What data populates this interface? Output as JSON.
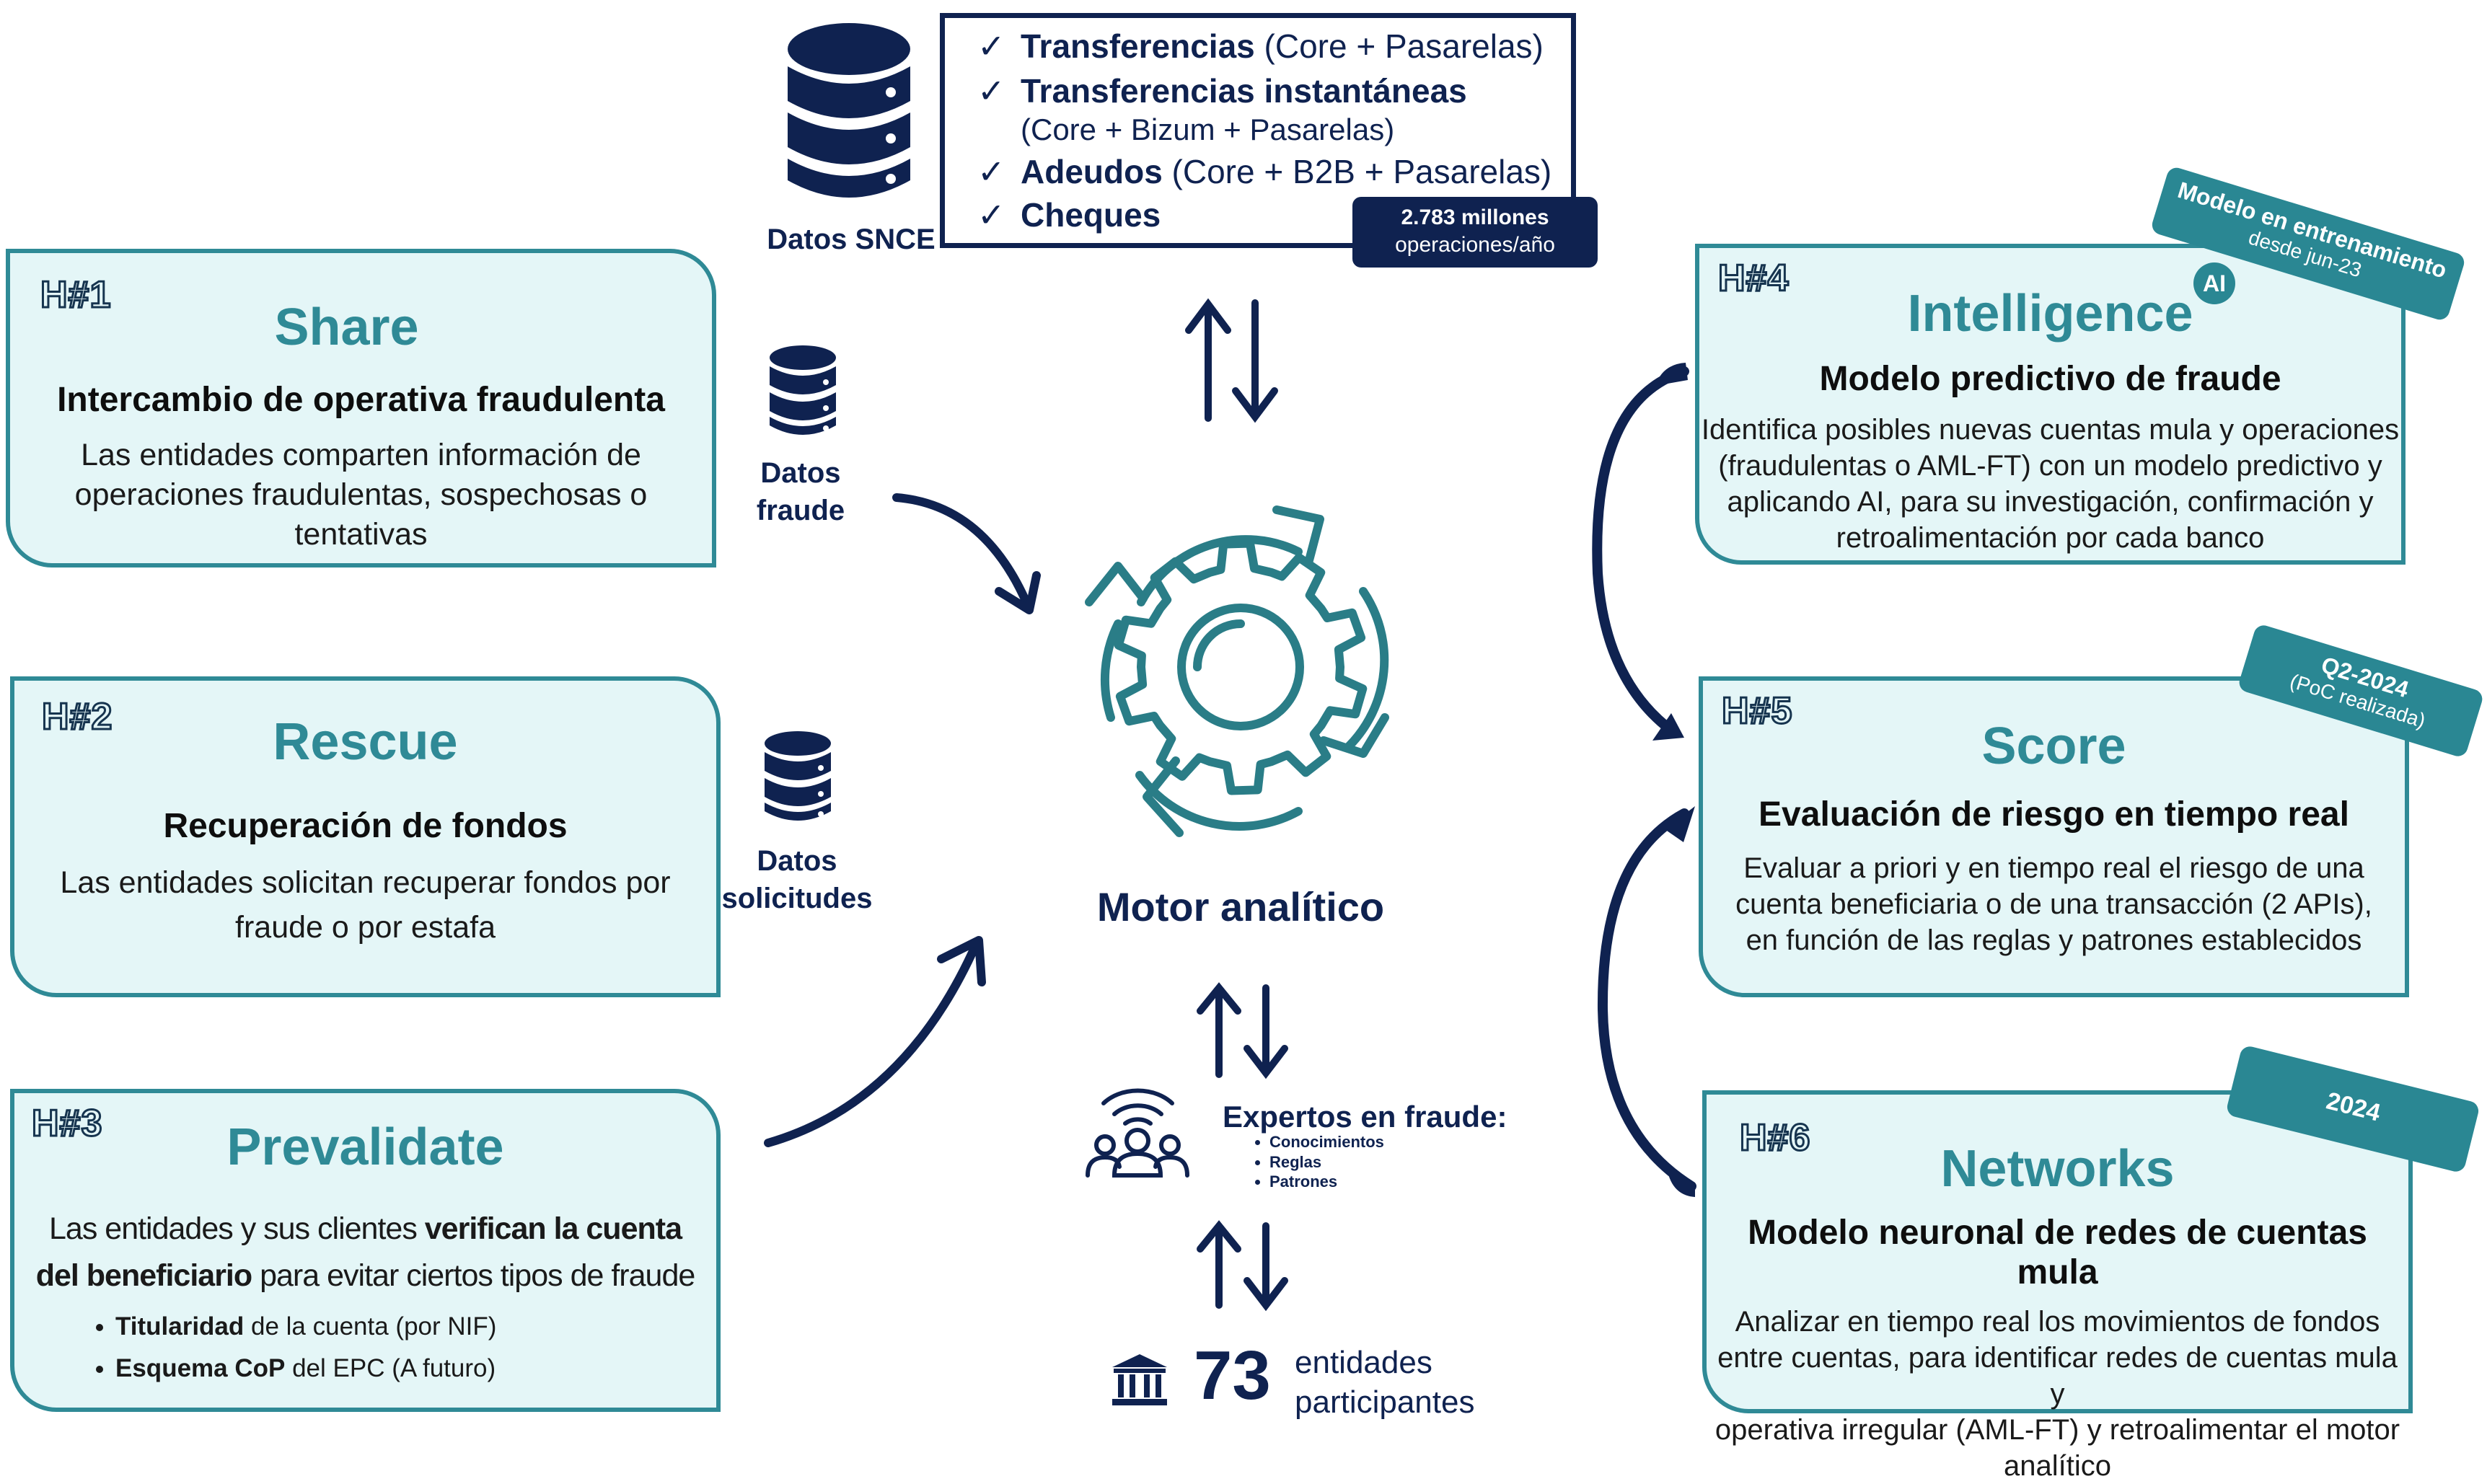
{
  "snce": {
    "db_label": "Datos SNCE",
    "items": [
      {
        "bold": "Transferencias",
        "rest": " (Core + Pasarelas)"
      },
      {
        "bold": "Transferencias instantáneas",
        "rest": ""
      },
      {
        "bold": "Adeudos",
        "rest": " (Core + B2B + Pasarelas)"
      },
      {
        "bold": "Cheques",
        "rest": ""
      }
    ],
    "instant_sub": "(Core + Bizum + Pasarelas)",
    "badge_line1": "2.783 millones",
    "badge_line2": "operaciones/año",
    "check": "✓"
  },
  "fraude_db": {
    "line1": "Datos",
    "line2": "fraude"
  },
  "solicitudes_db": {
    "line1": "Datos",
    "line2": "solicitudes"
  },
  "motor": {
    "label": "Motor analítico"
  },
  "expertos": {
    "title": "Expertos en fraude:",
    "items": [
      "Conocimientos",
      "Reglas",
      "Patrones"
    ]
  },
  "entidades": {
    "number": "73",
    "line1": "entidades",
    "line2": "participantes"
  },
  "cards": {
    "h1": {
      "id": "H#1",
      "title": "Share",
      "subtitle": "Intercambio de operativa fraudulenta",
      "body": [
        "Las entidades comparten información de",
        "operaciones fraudulentas, sospechosas o",
        "tentativas"
      ]
    },
    "h2": {
      "id": "H#2",
      "title": "Rescue",
      "subtitle": "Recuperación de fondos",
      "body": [
        "Las entidades solicitan recuperar fondos por",
        "fraude o por estafa"
      ]
    },
    "h3": {
      "id": "H#3",
      "title": "Prevalidate",
      "body1_pre": "Las entidades y sus clientes ",
      "body1_bold": "verifican la cuenta",
      "body2_bold": "del beneficiario",
      "body2_post": " para evitar ciertos tipos de fraude",
      "bullets": [
        {
          "bold": "Titularidad",
          "rest": " de la cuenta (por NIF)"
        },
        {
          "bold": "Esquema CoP",
          "rest": " del EPC (A futuro)"
        }
      ]
    },
    "h4": {
      "id": "H#4",
      "title": "Intelligence",
      "ai_badge": "AI",
      "subtitle": "Modelo predictivo de fraude",
      "body": [
        "Identifica posibles nuevas cuentas mula y operaciones",
        "(fraudulentas o AML-FT) con un modelo predictivo y",
        "aplicando AI, para su investigación, confirmación y",
        "retroalimentación por cada banco"
      ],
      "ribbon_line1": "Modelo en entrenamiento",
      "ribbon_line2": "desde jun-23"
    },
    "h5": {
      "id": "H#5",
      "title": "Score",
      "subtitle": "Evaluación de riesgo en tiempo real",
      "body": [
        "Evaluar a priori y en tiempo real el riesgo de una",
        "cuenta beneficiaria o de una transacción (2 APIs),",
        "en función de las reglas y patrones establecidos"
      ],
      "ribbon_line1": "Q2-2024",
      "ribbon_line2": "(PoC realizada)"
    },
    "h6": {
      "id": "H#6",
      "title": "Networks",
      "subtitle": "Modelo neuronal de redes de cuentas mula",
      "body": [
        "Analizar en tiempo real los movimientos de fondos",
        "entre cuentas, para identificar redes de cuentas mula y",
        "operativa irregular (AML-FT) y retroalimentar el motor",
        "analítico"
      ],
      "ribbon_line1": "2024"
    }
  },
  "colors": {
    "navy": "#0f2250",
    "teal": "#2f8a96",
    "card_bg": "#e4f6f7",
    "ribbon": "#2a8793"
  }
}
